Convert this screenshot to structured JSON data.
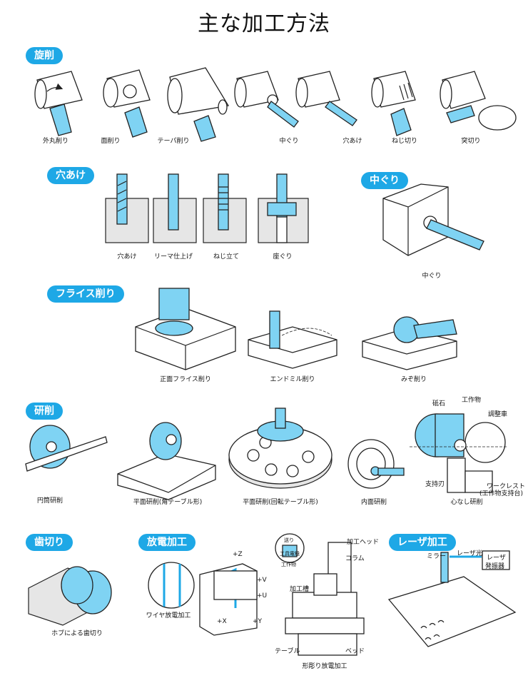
{
  "title": "主な加工方法",
  "sections": {
    "turning": {
      "badge": "旋削",
      "labels": [
        "外丸削り",
        "面削り",
        "テーパ削り",
        "中ぐり",
        "穴あけ",
        "ねじ切り",
        "突切り"
      ]
    },
    "drilling": {
      "badge": "穴あけ",
      "labels": [
        "穴あけ",
        "リーマ仕上げ",
        "ねじ立て",
        "座ぐり"
      ]
    },
    "boring": {
      "badge": "中ぐり",
      "labels": [
        "中ぐり"
      ]
    },
    "milling": {
      "badge": "フライス削り",
      "labels": [
        "正面フライス削り",
        "エンドミル削り",
        "みぞ削り"
      ]
    },
    "grinding": {
      "badge": "研削",
      "labels": [
        "円筒研削",
        "平面研削(角テーブル形)",
        "平面研削(回転テーブル形)",
        "内面研削",
        "心なし研削"
      ],
      "callouts": [
        "砥石",
        "工作物",
        "調整車",
        "支持刃",
        "ワークレスト",
        "(工作物支持台)"
      ]
    },
    "gear": {
      "badge": "歯切り",
      "labels": [
        "ホブによる歯切り"
      ]
    },
    "edm": {
      "badge": "放電加工",
      "labels": [
        "ワイヤ放電加工",
        "形彫り放電加工"
      ],
      "axes": [
        "+Z",
        "+V",
        "+U",
        "+X",
        "+Y"
      ],
      "callouts": [
        "加工ヘッド",
        "コラム",
        "加工槽",
        "テーブル",
        "ベッド",
        "送り",
        "工具電極",
        "工作物"
      ]
    },
    "laser": {
      "badge": "レーザ加工",
      "callouts": [
        "ミラー",
        "レーザ光",
        "レーザ",
        "発振器"
      ]
    }
  },
  "colors": {
    "accent": "#1ea8e6",
    "tool": "#7fd3f3",
    "line": "#222222"
  }
}
